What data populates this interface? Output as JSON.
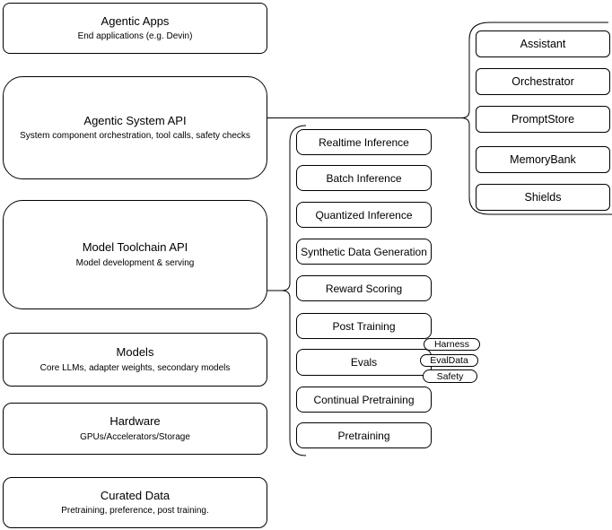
{
  "colors": {
    "border": "#000000",
    "canvas": "#ffffff",
    "text": "#000000"
  },
  "stack_layers": [
    {
      "title": "Agentic Apps",
      "subtitle": "End applications (e.g. Devin)"
    },
    {
      "title": "Agentic System API",
      "subtitle": "System component orchestration, tool calls, safety checks"
    },
    {
      "title": "Model Toolchain API",
      "subtitle": "Model development & serving"
    },
    {
      "title": "Models",
      "subtitle": "Core LLMs, adapter weights, secondary models"
    },
    {
      "title": "Hardware",
      "subtitle": "GPUs/Accelerators/Storage"
    },
    {
      "title": "Curated Data",
      "subtitle": "Pretraining, preference, post training."
    }
  ],
  "toolchain_components": [
    "Realtime Inference",
    "Batch Inference",
    "Quantized Inference",
    "Synthetic Data Generation",
    "Reward Scoring",
    "Post Training",
    "Evals",
    "Continual Pretraining",
    "Pretraining"
  ],
  "eval_tags": [
    "Harness",
    "EvalData",
    "Safety"
  ],
  "system_components": [
    "Assistant",
    "Orchestrator",
    "PromptStore",
    "MemoryBank",
    "Shields"
  ]
}
